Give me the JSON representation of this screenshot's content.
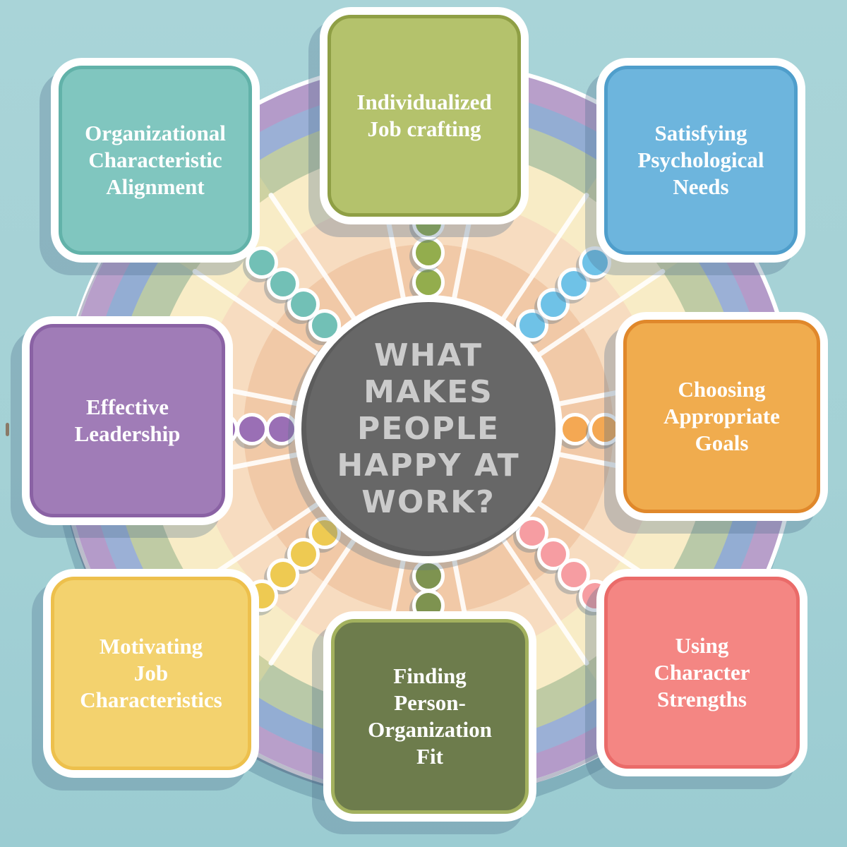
{
  "center": {
    "title": "WHAT\nMAKES PEOPLE\nHAPPY AT\nWORK?",
    "circle_color": "#676767",
    "text_color": "#cbcbcb"
  },
  "background_color": "#a6d2d6",
  "rings": {
    "rim_color": "#ffffff",
    "lavender_segments": [
      "#c3abd0",
      "#b89fca",
      "#c9a9c9",
      "#b49bc9"
    ],
    "bluegray_segments": [
      "#a9bcd8",
      "#93add3",
      "#b4c3dc",
      "#9bb0d6"
    ],
    "sage_segments": [
      "#c6cfa6",
      "#b9c9a8",
      "#ced2a2",
      "#bfcba4"
    ],
    "cream_color": "#f8ecc6",
    "peach_light_color": "#f7dcc0",
    "peach_dark_color": "#f1c9a7",
    "shadow_color": "rgba(70,115,140,0.32)"
  },
  "artifact": {
    "color": "#8a7a68"
  },
  "cards": [
    {
      "id": "organizational-characteristic-alignment",
      "label": "Organizational\nCharacteristic\nAlignment",
      "fill": "#80c6bf",
      "edge": "#62b2a9",
      "chain_color": "#72c0b6",
      "angle_deg": 315
    },
    {
      "id": "individualized-job-crafting",
      "label": "Individualized\nJob crafting",
      "fill": "#b4c26c",
      "edge": "#8f9f45",
      "chain_color": "#93ad4d",
      "angle_deg": 0
    },
    {
      "id": "satisfying-psychological-needs",
      "label": "Satisfying\nPsychological\nNeeds",
      "fill": "#6db5dd",
      "edge": "#4f9ecb",
      "chain_color": "#6fc2e7",
      "angle_deg": 45
    },
    {
      "id": "effective-leadership",
      "label": "Effective\nLeadership",
      "fill": "#a07cb7",
      "edge": "#8a62a4",
      "chain_color": "#9a6fb5",
      "angle_deg": 270
    },
    {
      "id": "choosing-appropriate-goals",
      "label": "Choosing\nAppropriate\nGoals",
      "fill": "#f0ac4e",
      "edge": "#e0882b",
      "chain_color": "#f4a853",
      "angle_deg": 90
    },
    {
      "id": "motivating-job-characteristics",
      "label": "Motivating\nJob\nCharacteristics",
      "fill": "#f3d26e",
      "edge": "#edc04c",
      "chain_color": "#eeca52",
      "angle_deg": 225
    },
    {
      "id": "finding-person-organization-fit",
      "label": "Finding\nPerson-\nOrganization\nFit",
      "fill": "#6d7c4c",
      "edge": "#a3b15e",
      "chain_color": "#7e9350",
      "angle_deg": 180
    },
    {
      "id": "using-character-strengths",
      "label": "Using\nCharacter\nStrengths",
      "fill": "#f48683",
      "edge": "#ea6b69",
      "chain_color": "#f69da2",
      "angle_deg": 135
    }
  ]
}
